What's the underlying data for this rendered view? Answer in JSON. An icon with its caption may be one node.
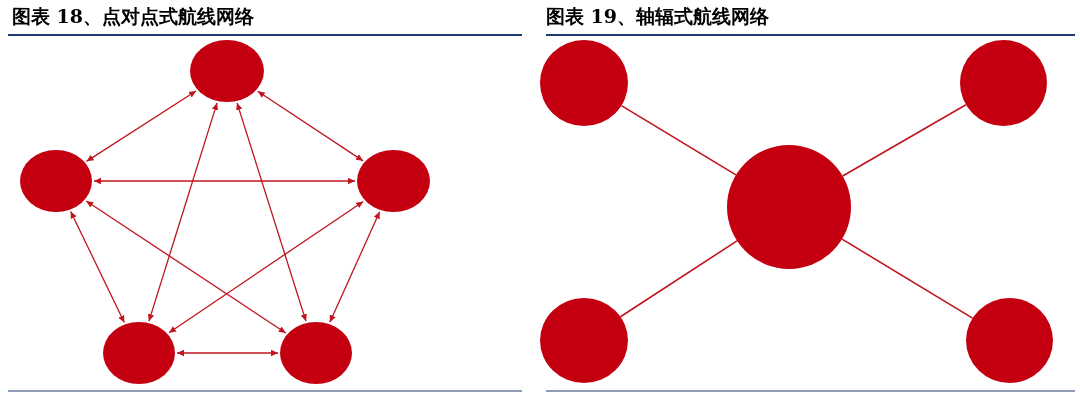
{
  "diagram": {
    "nodes": [
      {
        "text": [],
        "shape": "circle"
      },
      {
        "text": [],
        "shape": "circle"
      },
      {
        "text": [],
        "shape": "circle"
      },
      {
        "text": [],
        "shape": "circle"
      },
      {
        "text": [],
        "shape": "circle"
      },
      {
        "text": [],
        "shape": "circle"
      },
      {
        "text": [],
        "shape": "circle"
      },
      {
        "text": [],
        "shape": "circle"
      },
      {
        "text": [],
        "shape": "circle"
      },
      {
        "text": [],
        "shape": "circle"
      }
    ],
    "edges": [
      {
        "from": 0,
        "to": 1,
        "arrow": "both"
      },
      {
        "from": 0,
        "to": 2,
        "arrow": "both"
      },
      {
        "from": 0,
        "to": 3,
        "arrow": "both"
      },
      {
        "from": 0,
        "to": 4,
        "arrow": "both"
      },
      {
        "from": 1,
        "to": 2,
        "arrow": "both"
      },
      {
        "from": 1,
        "to": 3,
        "arrow": "both"
      },
      {
        "from": 1,
        "to": 4,
        "arrow": "both"
      },
      {
        "from": 2,
        "to": 3,
        "arrow": "both"
      },
      {
        "from": 2,
        "to": 4,
        "arrow": "both"
      },
      {
        "from": 3,
        "to": 4,
        "arrow": "both"
      },
      {
        "from": 7,
        "to": 5,
        "arrow": "none"
      },
      {
        "from": 7,
        "to": 6,
        "arrow": "none"
      },
      {
        "from": 7,
        "to": 8,
        "arrow": "none"
      },
      {
        "from": 7,
        "to": 9,
        "arrow": "none"
      }
    ],
    "labels": [
      "图表 18、点对点式航线网络",
      "图表 19、轴辐式航线网络"
    ]
  }
}
